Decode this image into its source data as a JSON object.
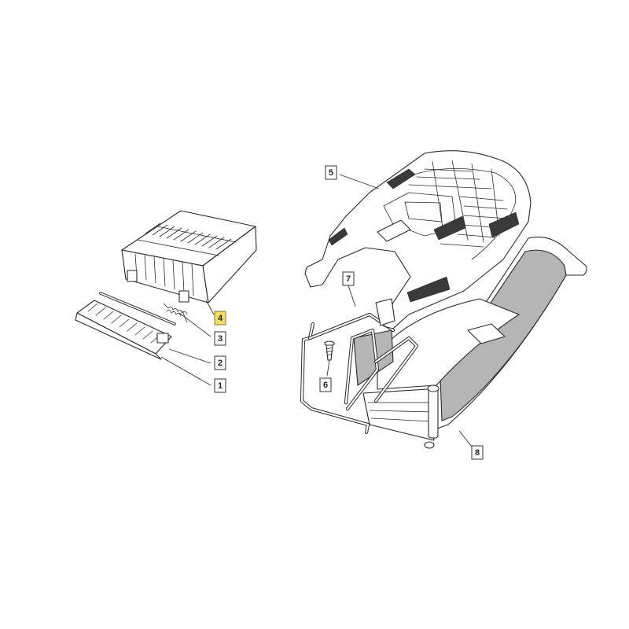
{
  "callouts": {
    "c1": "1",
    "c2": "2",
    "c3": "3",
    "c4": "4",
    "c5": "5",
    "c6": "6",
    "c7": "7",
    "c8": "8"
  },
  "highlight_color": "#f5dc6e",
  "parts": {
    "p1": "deflector-flap",
    "p2": "hinge-rod",
    "p3": "torsion-spring",
    "p4": "rear-guard-cover",
    "p5": "grass-bag-top-cover",
    "p6": "screw",
    "p7": "bag-frame",
    "p8": "grass-bag-fabric"
  }
}
